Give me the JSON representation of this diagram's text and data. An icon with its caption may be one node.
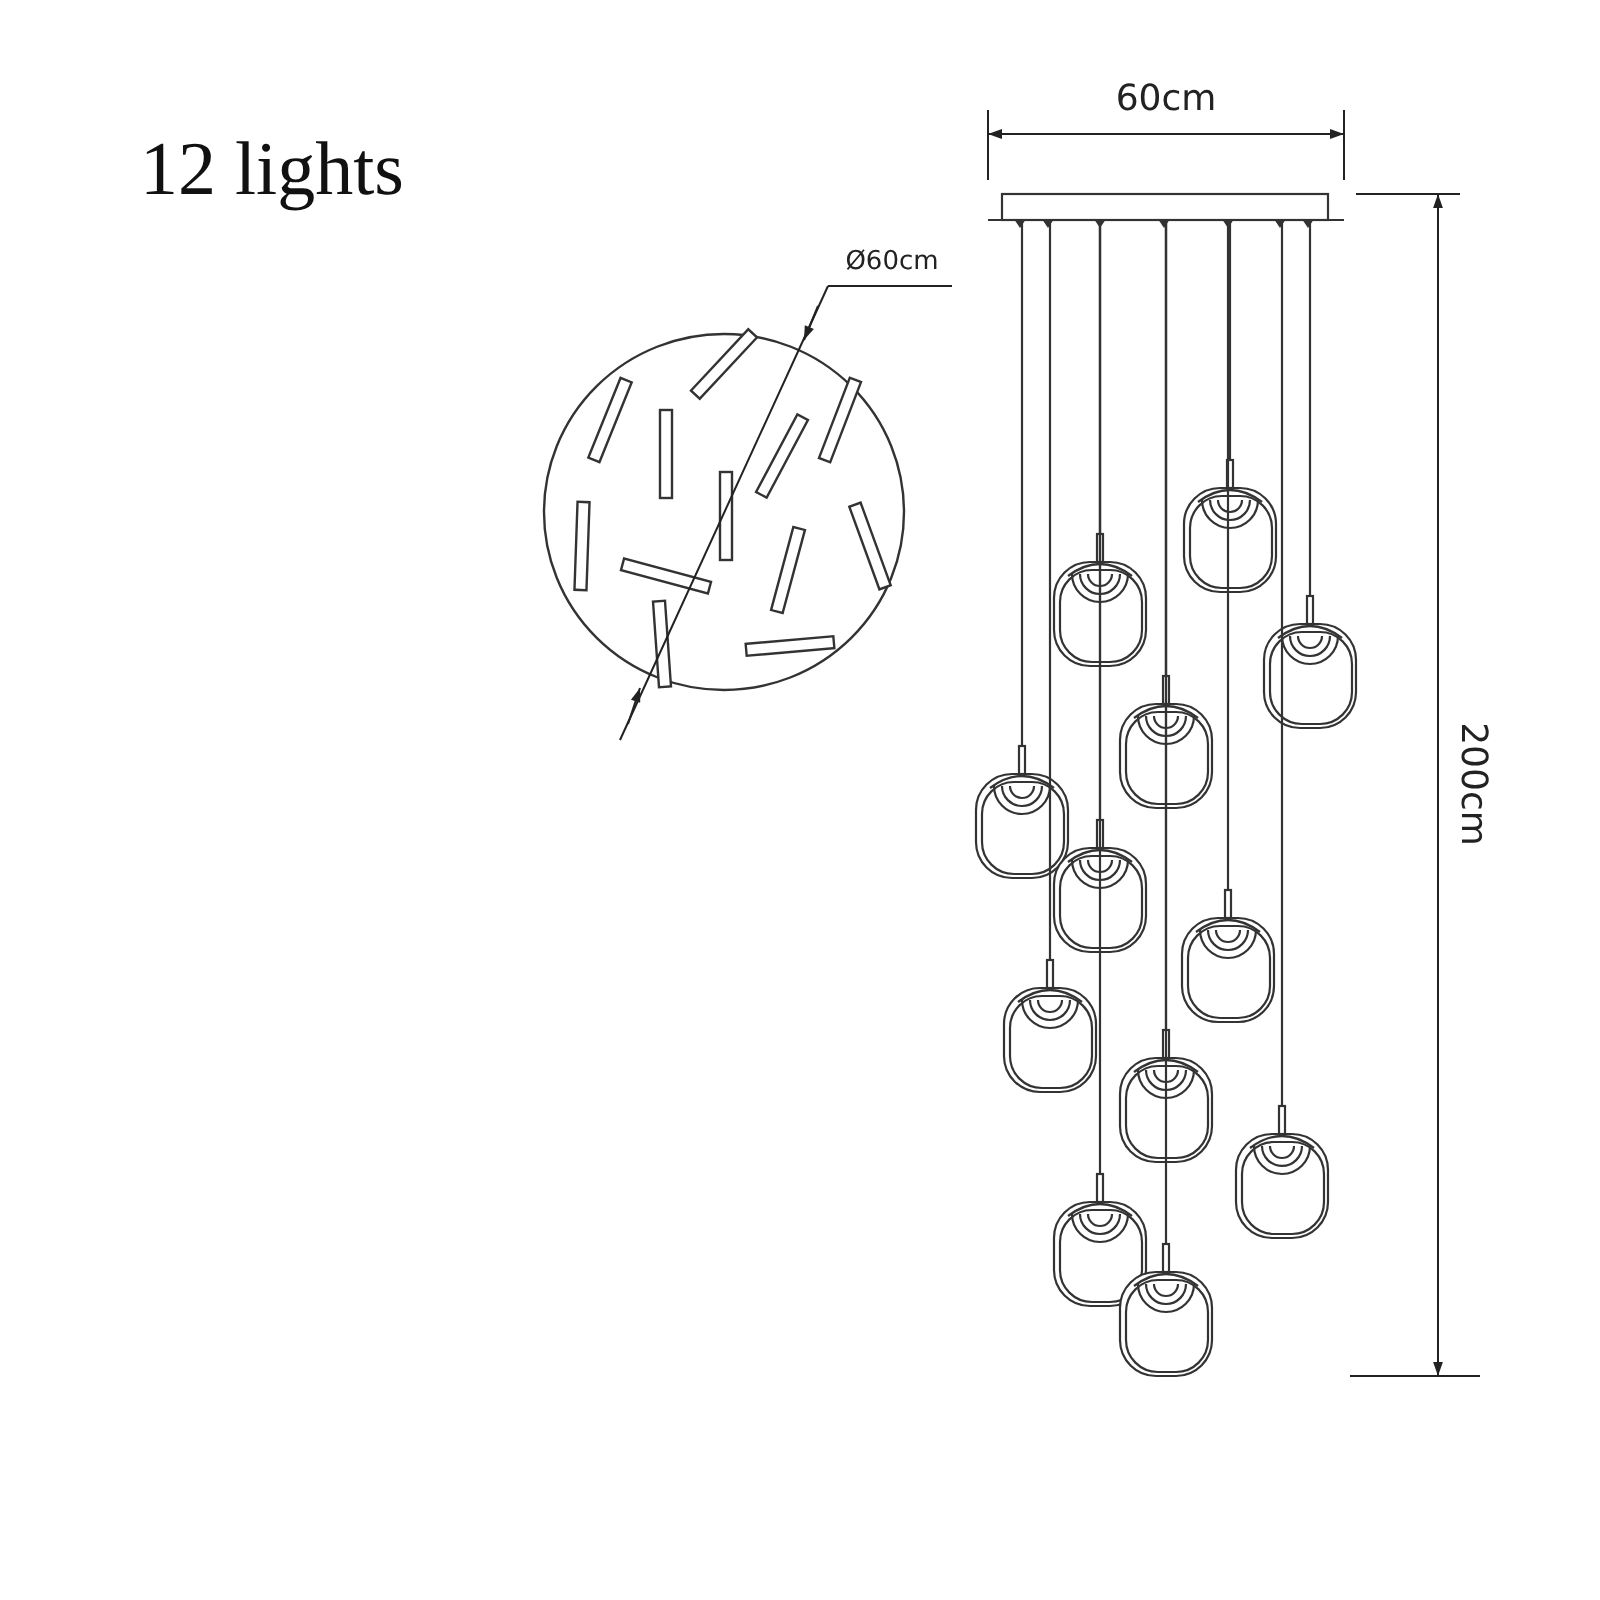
{
  "diagram": {
    "title": "12 lights",
    "labels": [
      "Ø60cm",
      "60cm",
      "200cm"
    ]
  }
}
